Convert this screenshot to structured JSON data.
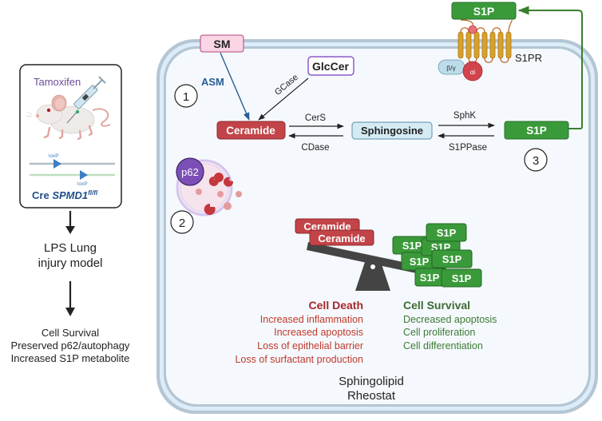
{
  "left_panel": {
    "drug_label": "Tamoxifen",
    "loxp_top": "loxP",
    "loxp_bottom": "loxP",
    "genotype_prefix": "Cre",
    "genotype_gene": "SPMD1",
    "genotype_superscript": "fl/fl",
    "model_line1": "LPS Lung",
    "model_line2": "injury model",
    "outcome_lines": [
      "Cell Survival",
      "Preserved p62/autophagy",
      "Increased S1P metabolite"
    ]
  },
  "cell": {
    "sm_label": "SM",
    "asm_label": "ASM",
    "glccer_label": "GlcCer",
    "gcase_label": "GCase",
    "ceramide_label": "Ceramide",
    "cers_label": "CerS",
    "cdase_label": "CDase",
    "sphingosine_label": "Sphingosine",
    "sphk_label": "SphK",
    "s1ppase_label": "S1PPase",
    "s1p_label": "S1P",
    "s1p_external_label": "S1P",
    "s1pr_label": "S1PR",
    "beta_gamma_label": "β/γ",
    "alpha_label": "αi",
    "p62_label": "p62",
    "step_markers": [
      "1",
      "2",
      "3"
    ]
  },
  "rheostat": {
    "ceramide_blocks": [
      "Ceramide",
      "Ceramide"
    ],
    "s1p_blocks": [
      "S1P",
      "S1P",
      "S1P",
      "S1P",
      "S1P",
      "S1P",
      "S1P"
    ],
    "death_title": "Cell Death",
    "death_items": [
      "Increased inflammation",
      "Increased apoptosis",
      "Loss of epithelial barrier",
      "Loss of surfactant production"
    ],
    "survival_title": "Cell Survival",
    "survival_items": [
      "Decreased apoptosis",
      "Cell proliferation",
      "Cell differentiation"
    ],
    "caption_line1": "Sphingolipid",
    "caption_line2": "Rheostat"
  },
  "colors": {
    "ceramide_red": "#c24448",
    "s1p_green": "#3a9a3a",
    "death_text": "#c0392b",
    "death_title": "#a8262a",
    "survival_text": "#3d7a35",
    "asm_blue": "#2a5d93",
    "drug_purple": "#6b4c9a",
    "membrane_outer": "#b4c6d4",
    "membrane_inner": "#dcecf8",
    "cytoplasm": "#f5f9fd"
  }
}
